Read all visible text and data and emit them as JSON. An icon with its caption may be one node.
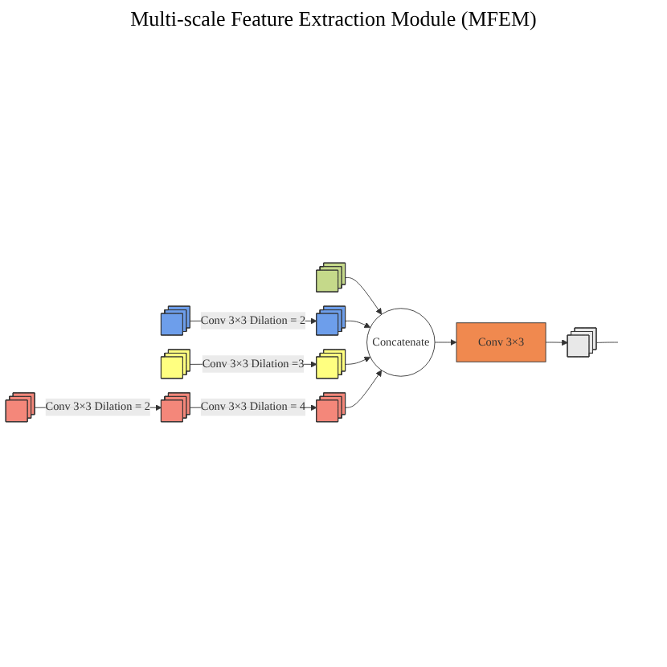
{
  "diagram": {
    "nodes": [
      {
        "text": [],
        "shape": "box"
      },
      {
        "text": [],
        "shape": "box"
      },
      {
        "text": [],
        "shape": "box"
      },
      {
        "text": [],
        "shape": "box"
      },
      {
        "text": [],
        "shape": "box"
      },
      {
        "text": [],
        "shape": "box"
      },
      {
        "text": [],
        "shape": "box"
      },
      {
        "text": [],
        "shape": "box"
      },
      {
        "text": [
          "Concatenate"
        ]
      },
      {
        "text": [
          "Conv 3×3"
        ]
      },
      {
        "text": [],
        "shape": "box"
      }
    ],
    "edges": [
      {
        "from": 1,
        "to": 4,
        "arrow": "to",
        "label": "Conv 3×3 Dilation = 2"
      },
      {
        "from": 2,
        "to": 5,
        "arrow": "to",
        "label": "Conv 3×3 Dilation =3"
      },
      {
        "from": 3,
        "to": 6,
        "arrow": "to",
        "label": "Conv 3×3 Dilation = 2"
      },
      {
        "from": 6,
        "to": 7,
        "arrow": "to",
        "label": "Conv 3×3 Dilation = 4"
      },
      {
        "from": 0,
        "to": 8,
        "arrow": "to"
      },
      {
        "from": 4,
        "to": 8,
        "arrow": "to"
      },
      {
        "from": 5,
        "to": 8,
        "arrow": "to"
      },
      {
        "from": 7,
        "to": 8,
        "arrow": "to"
      },
      {
        "from": 8,
        "to": 9,
        "arrow": "to"
      },
      {
        "from": 9,
        "to": 10,
        "arrow": "to"
      },
      {
        "from": 10,
        "to": null,
        "arrow": "none"
      }
    ],
    "labels": [
      "Multi-scale Feature Extraction Module (MFEM)"
    ]
  }
}
